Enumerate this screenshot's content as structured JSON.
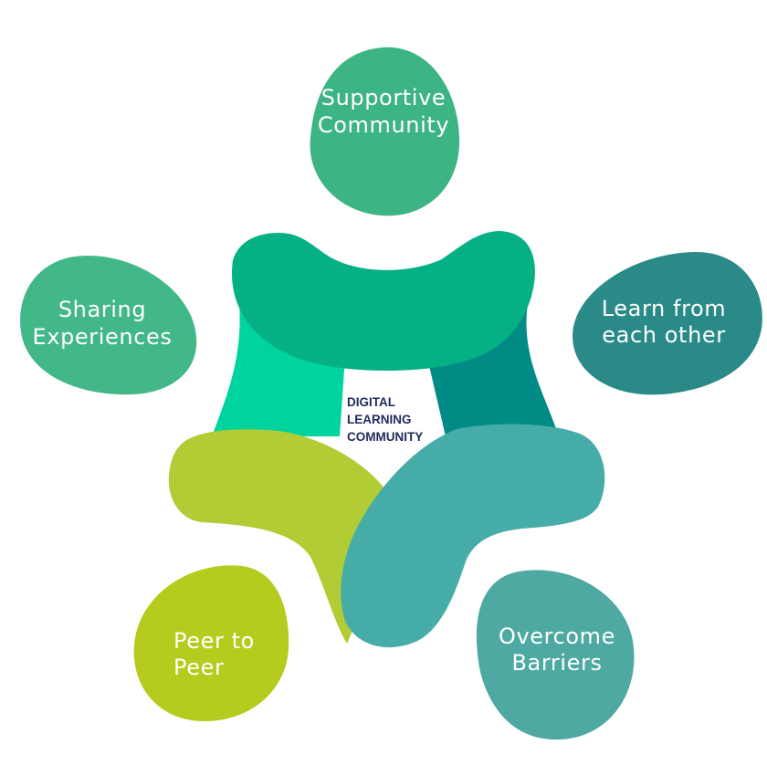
{
  "diagram": {
    "center": {
      "lines": [
        "DIGITAL",
        "LEARNING",
        "COMMUNITY"
      ]
    },
    "petals": [
      {
        "id": "supportive",
        "lines": [
          "Supportive",
          "Community"
        ],
        "color": "#3cb484"
      },
      {
        "id": "learn",
        "lines": [
          "Learn from",
          "each other"
        ],
        "color": "#2a8a88"
      },
      {
        "id": "overcome",
        "lines": [
          "Overcome",
          "Barriers"
        ],
        "color": "#4ea9a2"
      },
      {
        "id": "peer",
        "lines": [
          "Peer to",
          "Peer"
        ],
        "color": "#b5cc1e"
      },
      {
        "id": "sharing",
        "lines": [
          "Sharing",
          "Experiences"
        ],
        "color": "#42b888"
      }
    ],
    "arm_colors": {
      "top": "#05b184",
      "upper_left": "#00d49e",
      "upper_right": "#008b87",
      "lower_left": "#b2cc36",
      "lower_right": "#46aca8"
    }
  }
}
